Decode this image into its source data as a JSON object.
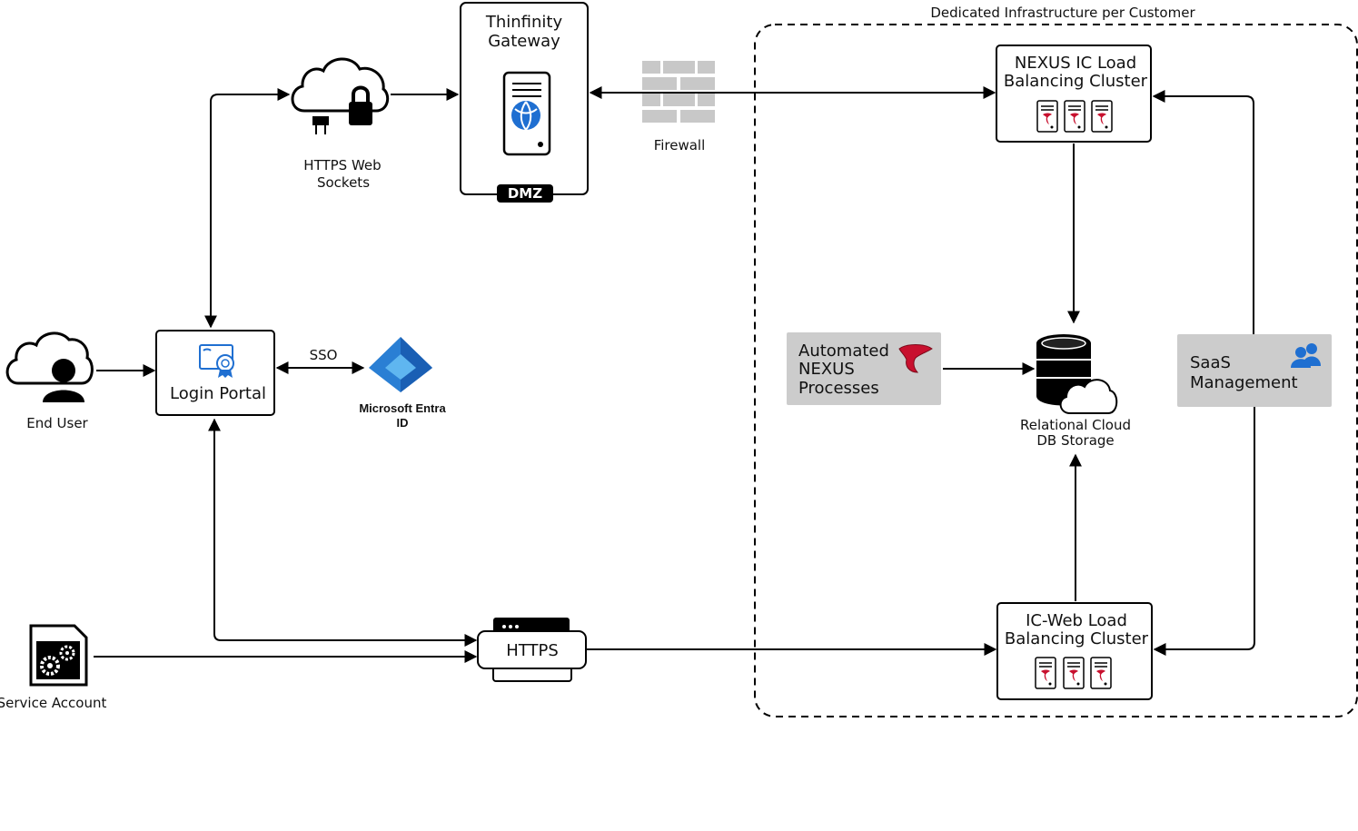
{
  "region": {
    "title": "Dedicated Infrastructure per Customer"
  },
  "nodes": {
    "end_user": {
      "label": "End User"
    },
    "login_portal": {
      "label": "Login Portal"
    },
    "https_websockets": {
      "line1": "HTTPS Web",
      "line2": "Sockets"
    },
    "thinfinity": {
      "line1": "Thinfinity",
      "line2": "Gateway",
      "badge": "DMZ"
    },
    "firewall": {
      "label": "Firewall"
    },
    "nexus_ic": {
      "line1": "NEXUS IC Load",
      "line2": "Balancing Cluster"
    },
    "entra": {
      "line1": "Microsoft Entra",
      "line2": "ID"
    },
    "automated": {
      "line1": "Automated",
      "line2": "NEXUS",
      "line3": "Processes"
    },
    "db": {
      "line1": "Relational Cloud",
      "line2": "DB Storage"
    },
    "saas": {
      "line1": "SaaS",
      "line2": "Management"
    },
    "service_account": {
      "label": "Service Account"
    },
    "https": {
      "label": "HTTPS"
    },
    "icweb": {
      "line1": "IC-Web Load",
      "line2": "Balancing Cluster"
    }
  },
  "edges": {
    "sso": {
      "label": "SSO"
    }
  },
  "colors": {
    "accent_blue": "#1f6fd1",
    "nexus_red": "#c8102e",
    "entra_blue": "#2a7fd4",
    "grey_box": "#cccccc",
    "firewall_grey": "#c8c8c8"
  },
  "icons": {
    "end_user": "cloud-user-icon",
    "login_portal": "certificate-icon",
    "https_websockets": "cloud-lock-icon",
    "thinfinity": "server-icon",
    "firewall": "brick-wall-icon",
    "entra": "entra-id-icon",
    "db": "database-cloud-icon",
    "saas": "users-icon",
    "service_account": "gear-file-icon",
    "https": "https-server-icon"
  }
}
